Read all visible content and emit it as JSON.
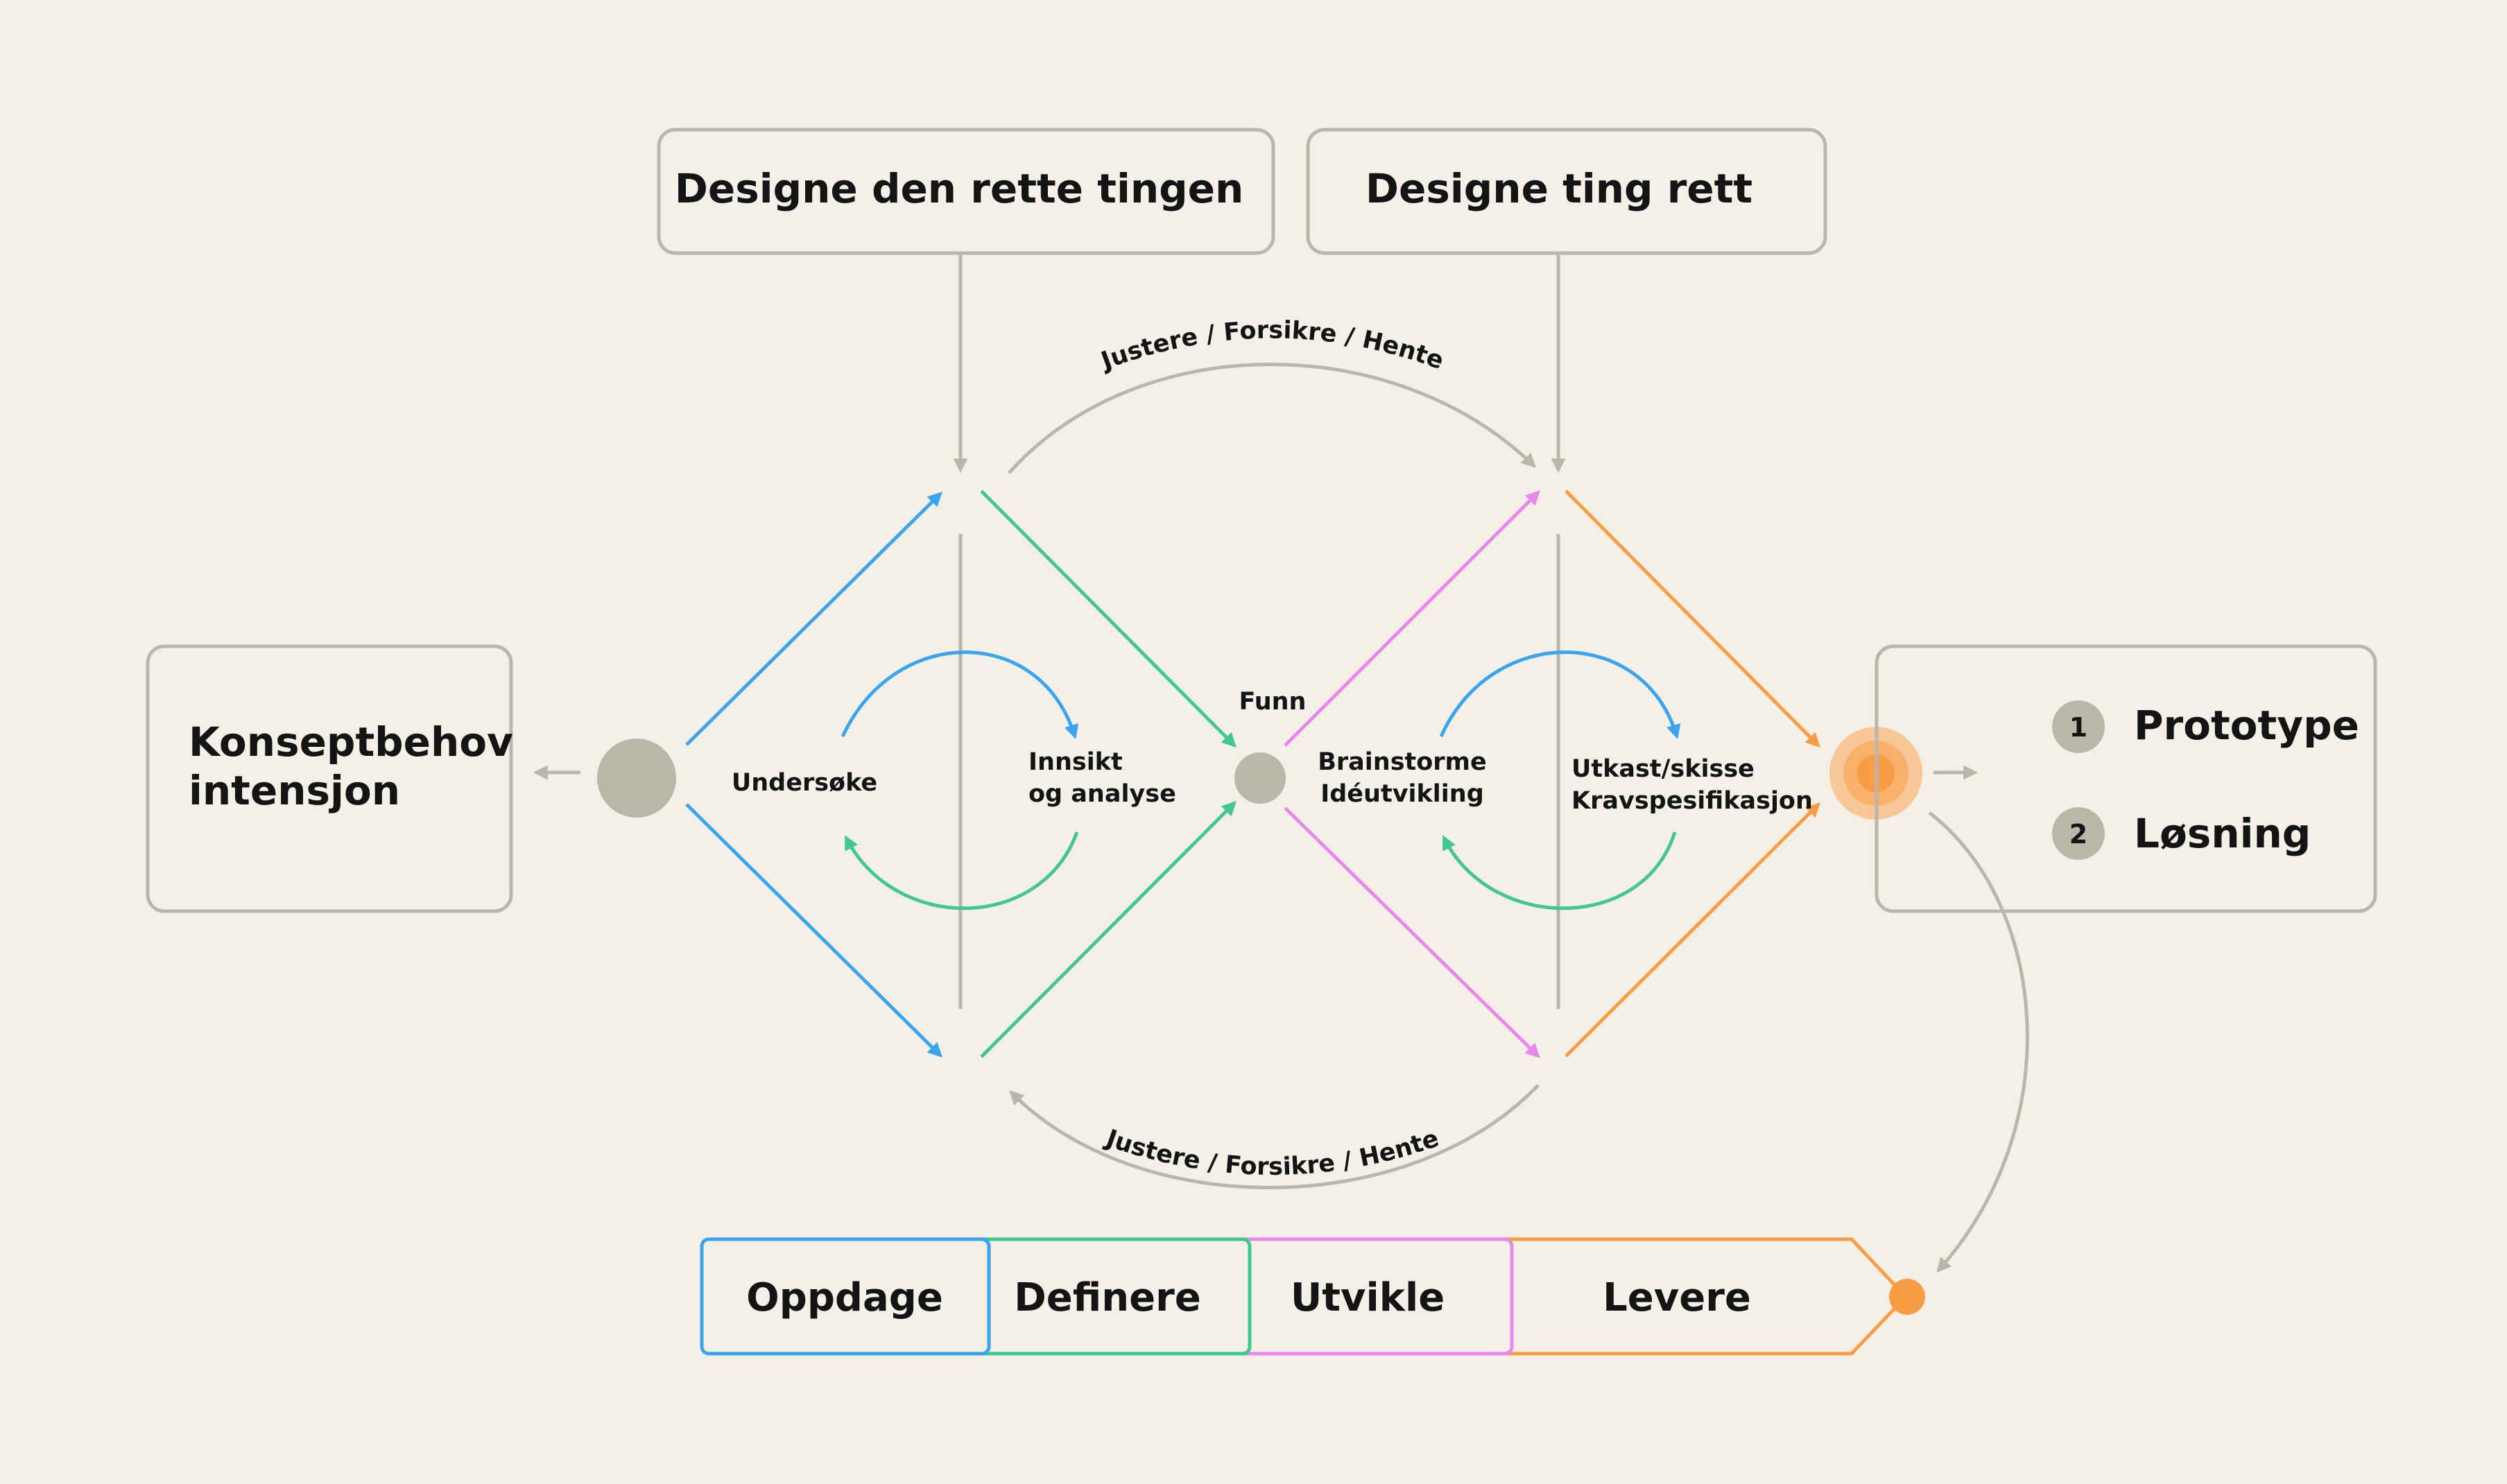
{
  "headers": {
    "design_right_thing": "Designe den rette tingen",
    "design_things_right": "Designe ting rett"
  },
  "concept": {
    "line1": "Konseptbehov",
    "line2": "intensjon"
  },
  "loop_label_top": "Justere / Forsikre / Hente",
  "loop_label_bottom": "Justere / Forsikre / Hente",
  "labels": {
    "undersoke": "Undersøke",
    "innsikt_line1": "Innsikt",
    "innsikt_line2": "og analyse",
    "funn": "Funn",
    "brainstorme_line1": "Brainstorme",
    "brainstorme_line2": "Idéutvikling",
    "utkast_line1": "Utkast/skisse",
    "utkast_line2": "Kravspesifikasjon"
  },
  "outcomes": [
    {
      "number": "1",
      "label": "Prototype"
    },
    {
      "number": "2",
      "label": "Løsning"
    }
  ],
  "stages": [
    {
      "label": "Oppdage",
      "color": "#3aa4ef"
    },
    {
      "label": "Definere",
      "color": "#41c98d"
    },
    {
      "label": "Utvikle",
      "color": "#e888ea"
    },
    {
      "label": "Levere",
      "color": "#f99d45"
    }
  ],
  "colors": {
    "background": "#f4f0e8",
    "neutral": "#bab6aa",
    "blue": "#3aa4ef",
    "green": "#41c98d",
    "pink": "#e888ea",
    "orange": "#f99d45"
  }
}
